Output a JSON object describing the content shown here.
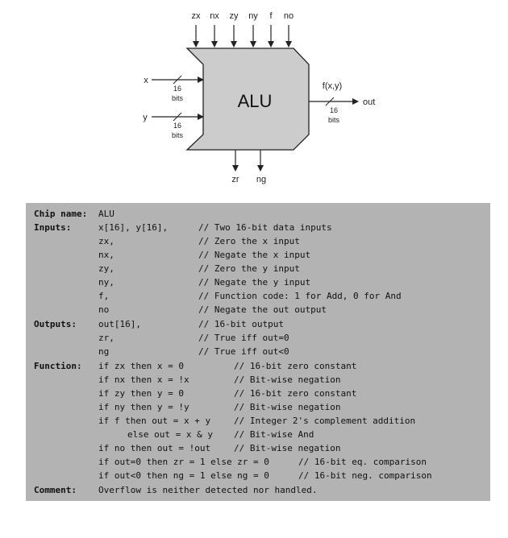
{
  "diagram": {
    "chip_label": "ALU",
    "control_inputs": [
      "zx",
      "nx",
      "zy",
      "ny",
      "f",
      "no"
    ],
    "input_x": "x",
    "input_y": "y",
    "bus_width": "16",
    "bus_unit": "bits",
    "output_func": "f(x,y)",
    "output_label": "out",
    "status_outputs": [
      "zr",
      "ng"
    ]
  },
  "spec": {
    "chip_name_label": "Chip name:",
    "chip_name": "ALU",
    "inputs_label": "Inputs:",
    "inputs": [
      {
        "name": "x[16], y[16],",
        "comment": "// Two 16-bit data inputs"
      },
      {
        "name": "zx,",
        "comment": "// Zero the x input"
      },
      {
        "name": "nx,",
        "comment": "// Negate the x input"
      },
      {
        "name": "zy,",
        "comment": "// Zero the y input"
      },
      {
        "name": "ny,",
        "comment": "// Negate the y input"
      },
      {
        "name": "f,",
        "comment": "// Function code: 1 for Add, 0 for And"
      },
      {
        "name": "no",
        "comment": "// Negate the out output"
      }
    ],
    "outputs_label": "Outputs:",
    "outputs": [
      {
        "name": "out[16],",
        "comment": "// 16-bit output"
      },
      {
        "name": "zr,",
        "comment": "// True iff out=0"
      },
      {
        "name": "ng",
        "comment": "// True iff out<0"
      }
    ],
    "function_label": "Function:",
    "function": [
      {
        "code": "if zx then x = 0",
        "comment": "// 16-bit zero constant"
      },
      {
        "code": "if nx then x = !x",
        "comment": "// Bit-wise negation"
      },
      {
        "code": "if zy then y = 0",
        "comment": "// 16-bit zero constant"
      },
      {
        "code": "if ny then y = !y",
        "comment": "// Bit-wise negation"
      },
      {
        "code": "if f then out = x + y",
        "comment": "// Integer 2's complement addition"
      },
      {
        "code": "else out = x & y",
        "comment": "// Bit-wise And"
      },
      {
        "code": "if no then out = !out",
        "comment": "// Bit-wise negation"
      },
      {
        "code": "if out=0 then zr = 1 else zr = 0",
        "comment": "// 16-bit eq. comparison"
      },
      {
        "code": "if out<0 then ng = 1 else ng = 0",
        "comment": "// 16-bit neg. comparison"
      }
    ],
    "comment_label": "Comment:",
    "comment": "Overflow is neither detected nor handled."
  }
}
